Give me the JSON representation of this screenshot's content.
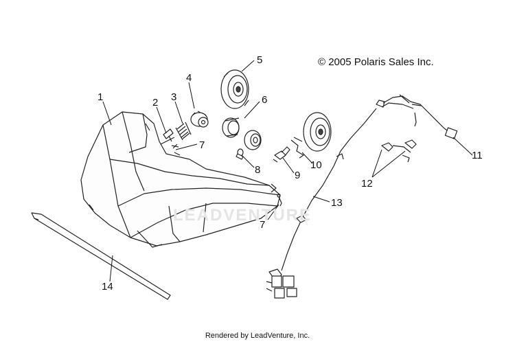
{
  "copyright": "© 2005 Polaris Sales Inc.",
  "footer": "Rendered by LeadVenture, Inc.",
  "watermark": "LEADVENTURE",
  "callouts": [
    {
      "id": "1",
      "text": "1"
    },
    {
      "id": "2",
      "text": "2"
    },
    {
      "id": "3",
      "text": "3"
    },
    {
      "id": "4",
      "text": "4"
    },
    {
      "id": "5",
      "text": "5"
    },
    {
      "id": "6",
      "text": "6"
    },
    {
      "id": "7a",
      "text": "7"
    },
    {
      "id": "8",
      "text": "8"
    },
    {
      "id": "9",
      "text": "9"
    },
    {
      "id": "10",
      "text": "10"
    },
    {
      "id": "11",
      "text": "11"
    },
    {
      "id": "12",
      "text": "12"
    },
    {
      "id": "13",
      "text": "13"
    },
    {
      "id": "7b",
      "text": "7"
    },
    {
      "id": "14",
      "text": "14"
    }
  ]
}
